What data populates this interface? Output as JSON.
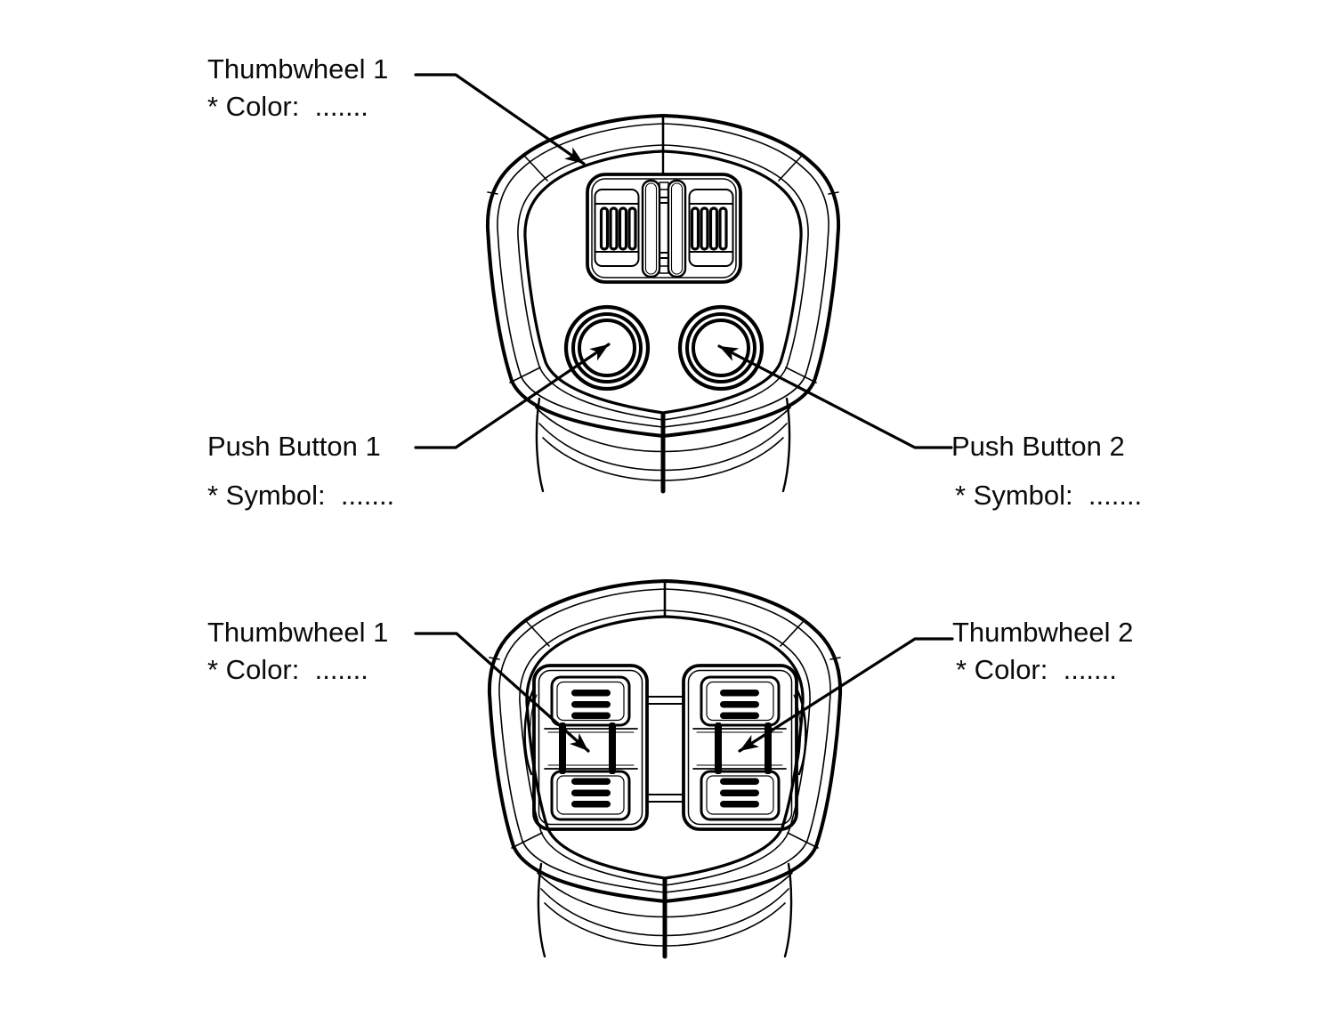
{
  "colors": {
    "line": "#000000",
    "background": "#ffffff"
  },
  "figure": {
    "description": "Hand grip control head, front view (top) and rear view (bottom), with callouts",
    "top_view": {
      "label_thumbwheel": {
        "title": "Thumbwheel 1",
        "detail": "* Color:  ......."
      },
      "label_push_button_1": {
        "title": "Push Button 1",
        "detail": "* Symbol:  ......."
      },
      "label_push_button_2": {
        "title": "Push Button 2",
        "detail": "* Symbol:  ......."
      }
    },
    "rear_view": {
      "label_thumbwheel_1": {
        "title": "Thumbwheel 1",
        "detail": "* Color:  ......."
      },
      "label_thumbwheel_2": {
        "title": "Thumbwheel 2",
        "detail": "* Color:  ......."
      }
    }
  }
}
